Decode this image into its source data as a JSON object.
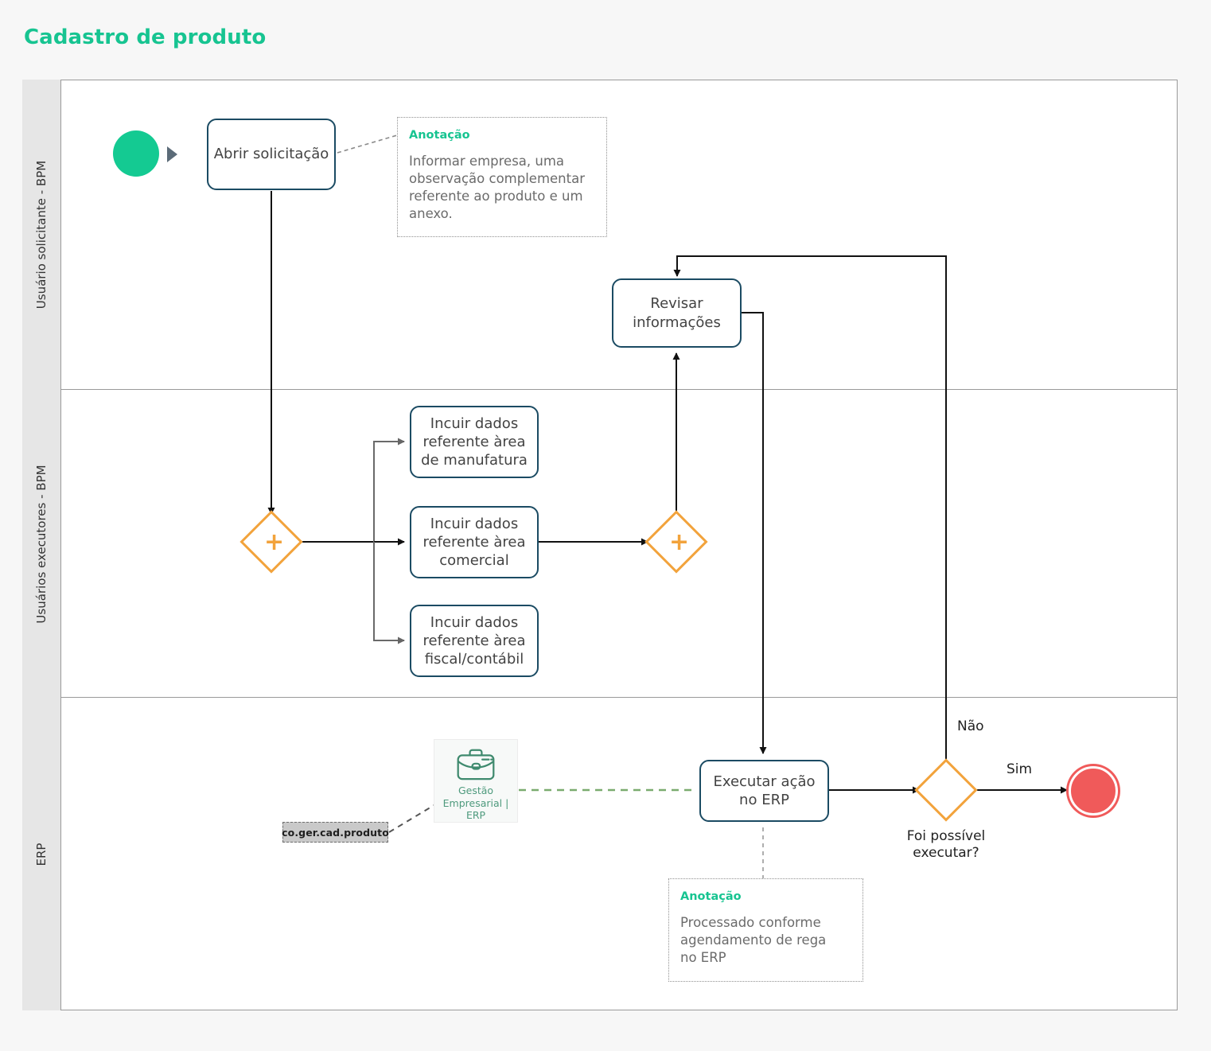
{
  "page": {
    "title": "Cadastro de produto",
    "accent_color": "#17c491",
    "task_border_color": "#1b4b63",
    "gateway_color": "#f2a33c",
    "start_event_color": "#14ca92",
    "end_event_color": "#f05a5a",
    "erp_green": "#4e9a7d",
    "lane_header_bg": "#e6e6e6",
    "canvas_bg": "#f7f7f7"
  },
  "pool": {
    "lanes": [
      {
        "id": "lane-solicitante",
        "label": "Usuário solicitante - BPM"
      },
      {
        "id": "lane-executores",
        "label": "Usuários executores - BPM"
      },
      {
        "id": "lane-erp",
        "label": "ERP"
      }
    ]
  },
  "events": {
    "start": {
      "name": "start-event",
      "label": ""
    },
    "end": {
      "name": "end-event",
      "label": ""
    }
  },
  "tasks": [
    {
      "id": "abrir-solicitacao",
      "label": "Abrir solicitação",
      "lane": "lane-solicitante"
    },
    {
      "id": "revisar-informacoes",
      "label": "Revisar\ninformações",
      "lane": "lane-solicitante"
    },
    {
      "id": "incluir-manufatura",
      "label": "Incuir dados referente àrea de manufatura",
      "lane": "lane-executores"
    },
    {
      "id": "incluir-comercial",
      "label": "Incuir dados referente àrea comercial",
      "lane": "lane-executores"
    },
    {
      "id": "incluir-fiscal",
      "label": "Incuir dados referente àrea fiscal/contábil",
      "lane": "lane-executores"
    },
    {
      "id": "executar-acao-erp",
      "label": "Executar ação no ERP",
      "lane": "lane-erp"
    }
  ],
  "task_labels": {
    "abrir_solicitacao": "Abrir solicitação",
    "revisar_informacoes_l1": "Revisar",
    "revisar_informacoes_l2": "informações",
    "incluir_manufatura_l1": "Incuir dados",
    "incluir_manufatura_l2": "referente àrea",
    "incluir_manufatura_l3": "de manufatura",
    "incluir_comercial_l1": "Incuir dados",
    "incluir_comercial_l2": "referente àrea",
    "incluir_comercial_l3": "comercial",
    "incluir_fiscal_l1": "Incuir dados",
    "incluir_fiscal_l2": "referente àrea",
    "incluir_fiscal_l3": "fiscal/contábil",
    "executar_erp_l1": "Executar ação",
    "executar_erp_l2": "no ERP"
  },
  "gateways": [
    {
      "id": "parallel-split",
      "type": "parallel",
      "symbol": "+",
      "caption": ""
    },
    {
      "id": "parallel-join",
      "type": "parallel",
      "symbol": "+",
      "caption": ""
    },
    {
      "id": "exclusive-decision",
      "type": "exclusive",
      "symbol": "",
      "caption_l1": "Foi possível",
      "caption_l2": "executar?"
    }
  ],
  "gateway_captions": {
    "decision_l1": "Foi possível",
    "decision_l2": "executar?"
  },
  "flow_labels": {
    "nao": "Não",
    "sim": "Sim"
  },
  "annotations": [
    {
      "id": "annotation-abrir-solicitacao",
      "title": "Anotação",
      "lines": [
        "Informar empresa, uma",
        "observação complementar",
        "referente ao produto e um",
        "anexo."
      ]
    },
    {
      "id": "annotation-executar-erp",
      "title": "Anotação",
      "lines": [
        "Processado conforme",
        "agendamento de rega",
        "no ERP"
      ]
    }
  ],
  "annotation_1": {
    "title": "Anotação",
    "l1": "Informar empresa, uma",
    "l2": "observação complementar",
    "l3": "referente ao produto e um",
    "l4": "anexo."
  },
  "annotation_2": {
    "title": "Anotação",
    "l1": "Processado conforme",
    "l2": "agendamento de rega",
    "l3": "no ERP"
  },
  "erp_system": {
    "icon": "briefcase-icon",
    "label_l1": "Gestão",
    "label_l2": "Empresarial | ERP",
    "tag": "co.ger.cad.produto"
  }
}
